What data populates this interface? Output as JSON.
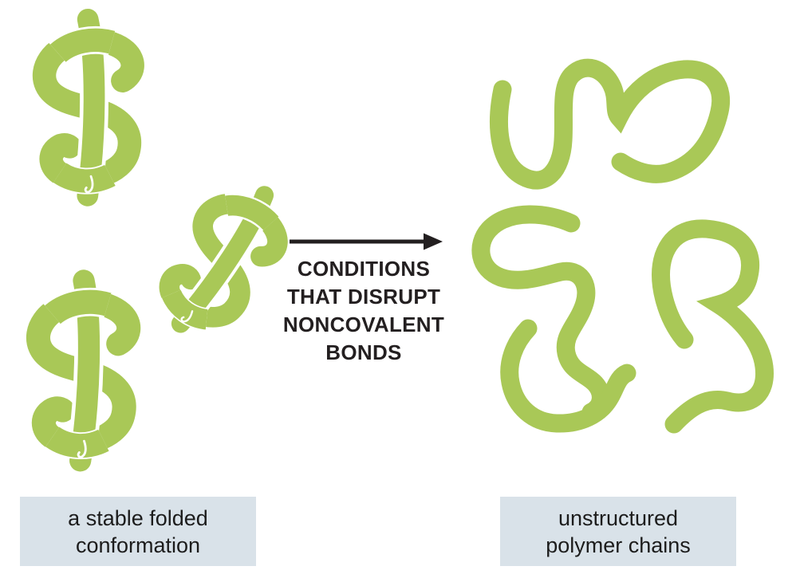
{
  "diagram": {
    "left_group": {
      "caption": "a stable folded\nconformation",
      "shape_count": 3,
      "shape_kind": "folded-protein-knot"
    },
    "right_group": {
      "caption": "unstructured\npolymer chains",
      "shape_count": 4,
      "shape_kind": "loose-polymer-squiggle"
    },
    "arrow": {
      "label": "CONDITIONS\nTHAT DISRUPT\nNONCOVALENT\nBONDS",
      "direction": "right"
    },
    "colors": {
      "chain_green": "#a9c857",
      "caption_bg": "#d9e2e9",
      "ink_black": "#231f20"
    }
  }
}
